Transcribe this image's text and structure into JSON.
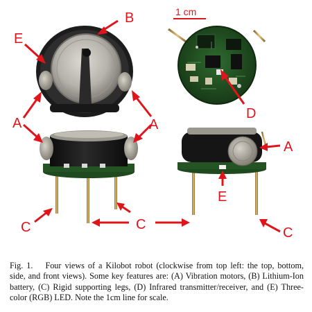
{
  "figure": {
    "scale_label": "1 cm",
    "markers": [
      "A",
      "B",
      "C",
      "D",
      "E"
    ],
    "colors": {
      "annotation": "#e0141b",
      "pcb_green": "#1f4a1f",
      "battery_silver": "#b8b6ae",
      "motor_silver": "#a7a39a",
      "leg_gold": "#c9a25a",
      "housing_black": "#161616"
    }
  },
  "caption": {
    "label": "Fig. 1.",
    "text": "Four views of a Kilobot robot (clockwise from top left: the top, bottom, side, and front views). Some key features are: (A) Vibration motors, (B) Lithium-Ion battery, (C) Rigid supporting legs, (D) Infrared transmitter/receiver, and (E) Three-color (RGB) LED. Note the 1cm line for scale."
  }
}
